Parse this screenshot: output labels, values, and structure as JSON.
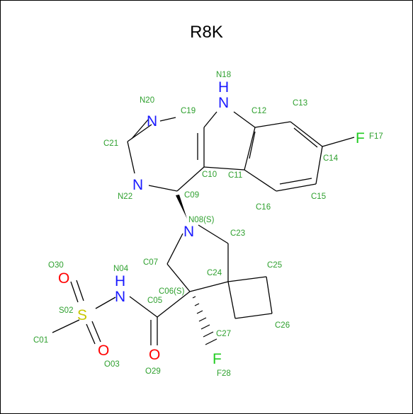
{
  "title": "R8K",
  "colors": {
    "carbon_label": "#2ea02e",
    "nitrogen": "#1a1aff",
    "oxygen": "#ff0000",
    "sulfur": "#c8c800",
    "fluorine": "#22cc22",
    "bond": "#000000"
  },
  "elements": {
    "n_indole": "N",
    "h_indole": "H",
    "n_top": "N",
    "n_bottom": "N",
    "n_pyrrolidine": "N",
    "n_amide": "N",
    "h_amide": "H",
    "sulfur": "S",
    "o_top": "O",
    "o_bottom": "O",
    "o_carbonyl": "O",
    "f_aryl": "F",
    "f_alkyl": "F"
  },
  "atoms": [
    "N18",
    "N20",
    "C19",
    "C12",
    "C13",
    "F17",
    "C21",
    "C14",
    "C10",
    "C11",
    "N22",
    "C09",
    "C15",
    "C16",
    "N08(S)",
    "C23",
    "O30",
    "N04",
    "C07",
    "C25",
    "C24",
    "C06(S)",
    "C05",
    "S02",
    "C26",
    "C27",
    "C01",
    "O03",
    "O29",
    "F28"
  ]
}
